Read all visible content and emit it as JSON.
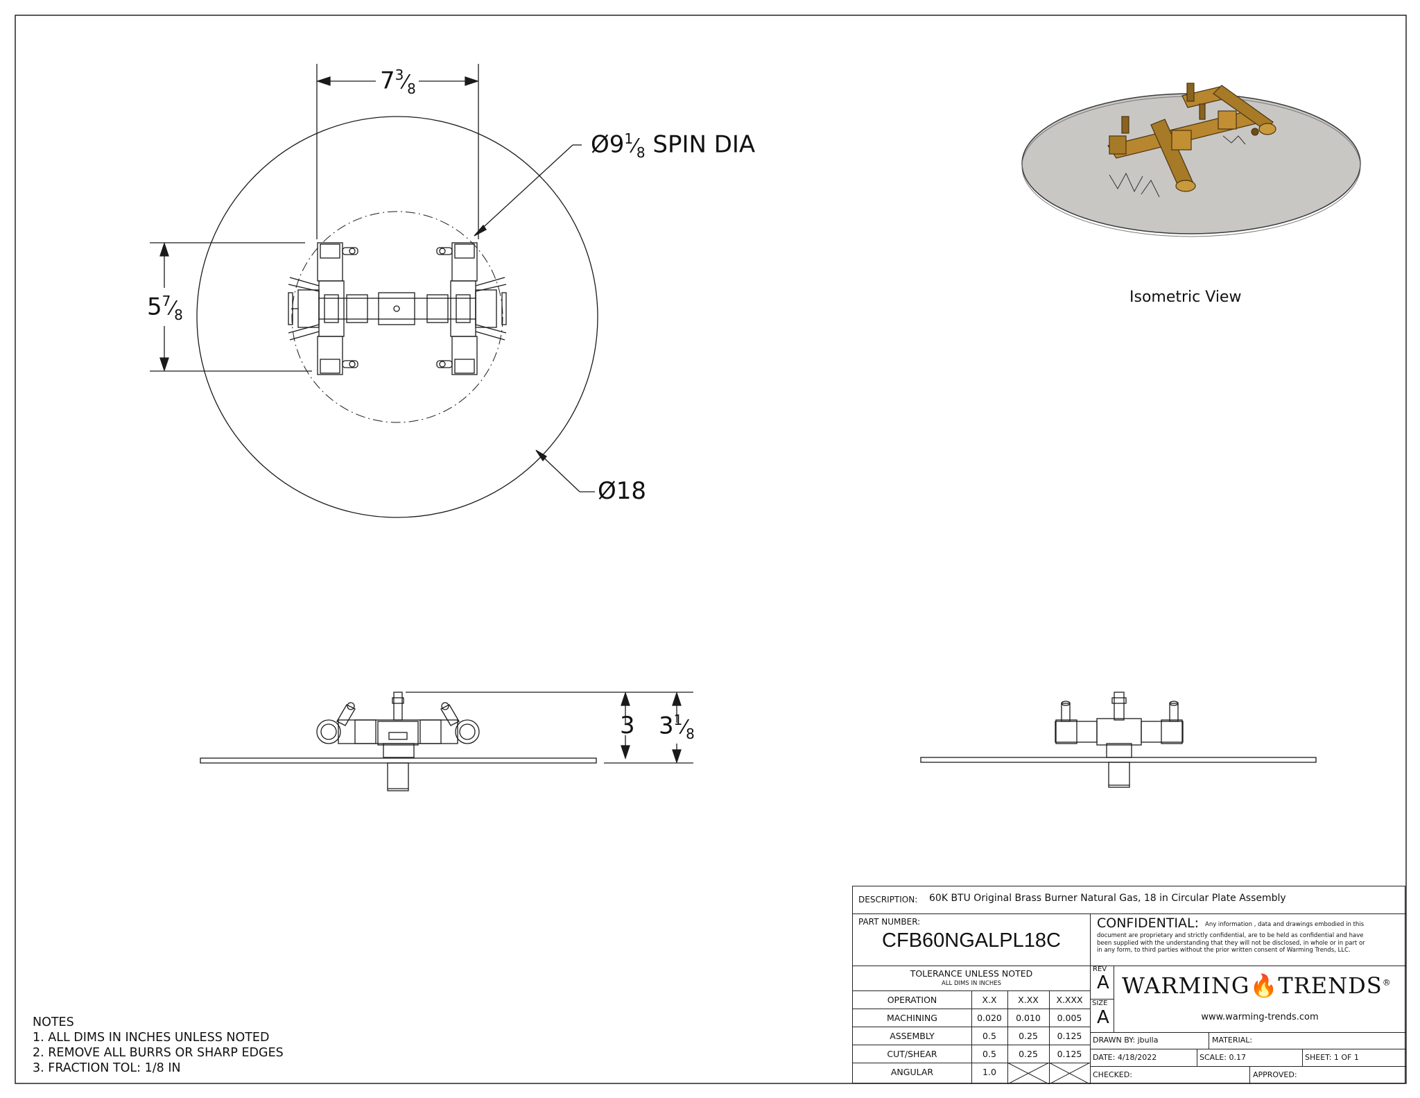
{
  "dimensions": {
    "top_width_whole": "7",
    "top_width_num": "3",
    "top_width_den": "8",
    "spin_dia_prefix": "Ø9",
    "spin_dia_num": "1",
    "spin_dia_den": "8",
    "spin_dia_suffix": "SPIN DIA",
    "height_whole": "5",
    "height_num": "7",
    "height_den": "8",
    "plate_dia": "Ø18",
    "side_height": "3",
    "side_total_whole": "3",
    "side_total_num": "1",
    "side_total_den": "8"
  },
  "isometric_label": "Isometric View",
  "notes": {
    "title": "NOTES",
    "items": [
      "1. ALL DIMS IN INCHES UNLESS NOTED",
      "2. REMOVE ALL BURRS OR SHARP EDGES",
      "3. FRACTION TOL: 1/8 IN"
    ]
  },
  "title_block": {
    "description_label": "DESCRIPTION:",
    "description": "60K BTU Original Brass Burner Natural Gas, 18 in Circular Plate Assembly",
    "part_number_label": "PART NUMBER:",
    "part_number": "CFB60NGALPL18C",
    "confidential_title": "CONFIDENTIAL:",
    "confidential_lead": "Any information , data and drawings embodied in this",
    "confidential_lines": [
      "document are proprietary and strictly confidential, are to be held as confidential and have",
      "been supplied with the understanding that they will not be disclosed, in whole or in part or",
      "in any form, to third parties without the prior written consent of Warming Trends, LLC."
    ],
    "tolerance_title": "TOLERANCE UNLESS NOTED",
    "tolerance_sub": "ALL DIMS IN INCHES",
    "tolerance_headers": [
      "OPERATION",
      "X.X",
      "X.XX",
      "X.XXX"
    ],
    "tolerance_rows": [
      [
        "MACHINING",
        "0.020",
        "0.010",
        "0.005"
      ],
      [
        "ASSEMBLY",
        "0.5",
        "0.25",
        "0.125"
      ],
      [
        "CUT/SHEAR",
        "0.5",
        "0.25",
        "0.125"
      ],
      [
        "ANGULAR",
        "1.0",
        "",
        ""
      ]
    ],
    "rev_label": "REV",
    "rev": "A",
    "size_label": "SIZE",
    "size": "A",
    "logo_text_left": "WARMING",
    "logo_text_right": "TRENDS",
    "logo_reg": "®",
    "website": "www.warming-trends.com",
    "drawn_by": "DRAWN BY: jbulla",
    "material": "MATERIAL:",
    "date": "DATE:  4/18/2022",
    "scale": "SCALE:  0.17",
    "sheet": "SHEET: 1   OF   1",
    "checked": "CHECKED:",
    "approved": "APPROVED:"
  },
  "colors": {
    "line": "#1a1a1a",
    "brass": "#b8862e",
    "plate_iso": "#c9c7c4"
  }
}
